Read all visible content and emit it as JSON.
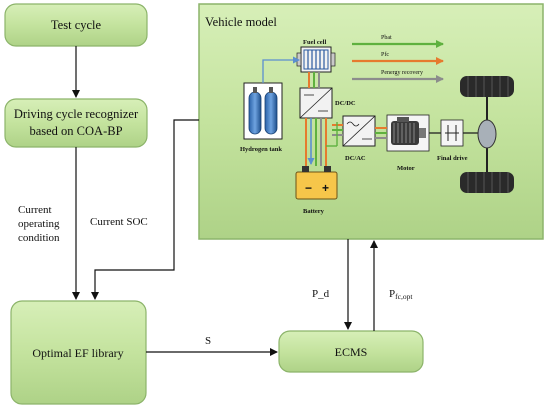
{
  "blocks": {
    "test_cycle": "Test cycle",
    "recognizer_line1": "Driving cycle recognizer",
    "recognizer_line2": "based on COA-BP",
    "ef_library": "Optimal EF library",
    "ecms": "ECMS",
    "vehicle_model": "Vehicle model"
  },
  "connections": {
    "current_operating_line1": "Current",
    "current_operating_line2": "operating",
    "current_operating_line3": "condition",
    "current_soc": "Current SOC",
    "s": "S",
    "p_d": "P_d",
    "p_fc_opt_main": "P",
    "p_fc_opt_sub": "fc,opt"
  },
  "vehicle": {
    "fuel_cell": "Fuel cell",
    "hydrogen_tank": "Hydrogen tank",
    "dcdc": "DC/DC",
    "dcac": "DC/AC",
    "motor": "Motor",
    "final_drive": "Final drive",
    "battery": "Battery",
    "battery_minus": "−",
    "battery_plus": "+",
    "legend_pbat": "Pbat",
    "legend_pfc": "Pfc",
    "legend_energy": "Penergy recovery"
  },
  "colors": {
    "box_fill": "#c6e3a2",
    "box_stroke": "#8cb46a",
    "arrow_green": "#5fb13f",
    "arrow_orange": "#e67a2e",
    "arrow_gray": "#8c8c8c",
    "arrow_blue": "#5b8fd0"
  }
}
